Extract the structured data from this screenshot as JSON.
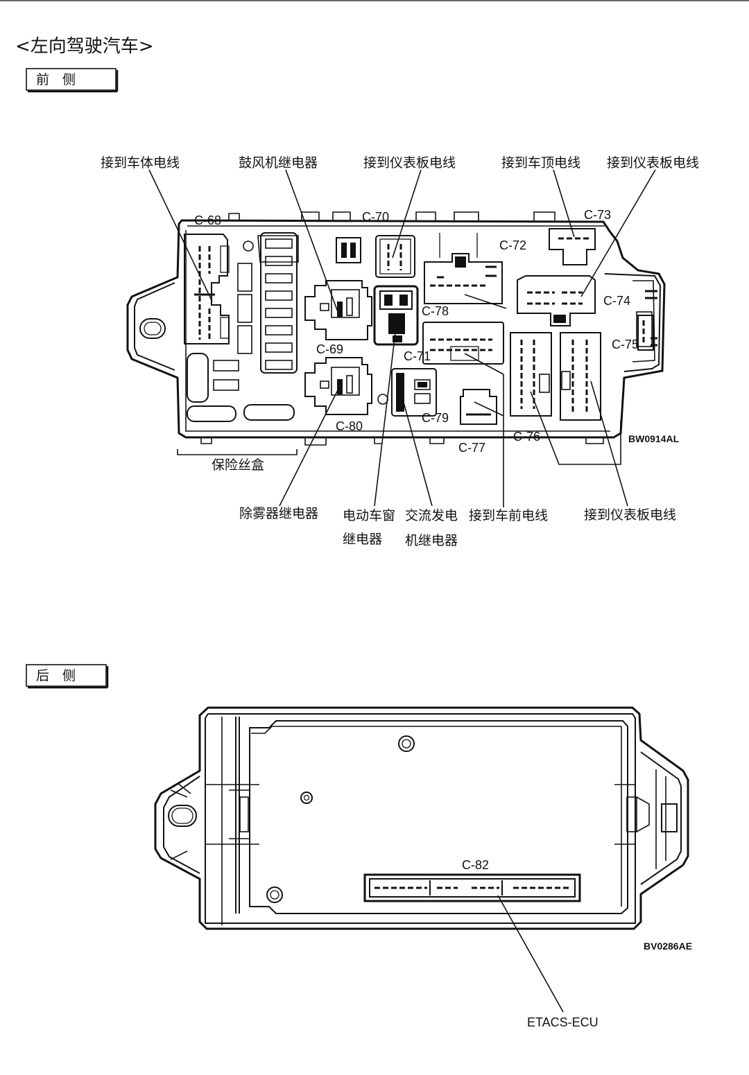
{
  "title": "<左向驾驶汽车>",
  "sections": {
    "front": {
      "label": "前　侧"
    },
    "rear": {
      "label": "后　侧"
    }
  },
  "front_labels": {
    "body_harness": "接到车体电线",
    "blower_relay": "鼓风机继电器",
    "instrument_harness_1": "接到仪表板电线",
    "roof_harness": "接到车顶电线",
    "instrument_harness_2": "接到仪表板电线",
    "fuse_box": "保险丝盒",
    "defogger_relay": "除雾器继电器",
    "power_window_relay_1": "电动车窗",
    "power_window_relay_2": "继电器",
    "alternator_relay_1": "交流发电",
    "alternator_relay_2": "机继电器",
    "front_harness": "接到车前电线",
    "instrument_harness_3": "接到仪表板电线"
  },
  "connectors": {
    "c68": "C-68",
    "c69": "C-69",
    "c70": "C-70",
    "c71": "C-71",
    "c72": "C-72",
    "c73": "C-73",
    "c74": "C-74",
    "c75": "C-75",
    "c76": "C-76",
    "c77": "C-77",
    "c78": "C-78",
    "c79": "C-79",
    "c80": "C-80",
    "c82": "C-82"
  },
  "figure_codes": {
    "front": "BW0914AL",
    "rear": "BV0286AE"
  },
  "rear_labels": {
    "etacs": "ETACS-ECU"
  }
}
